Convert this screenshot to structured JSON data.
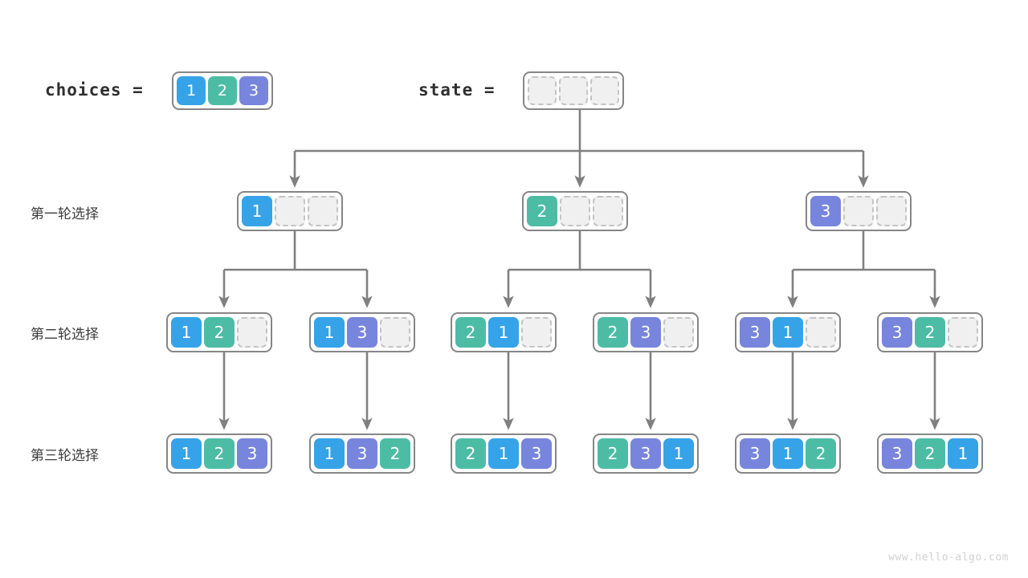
{
  "header": {
    "choices_label": "choices =",
    "state_label": "state =",
    "choices_values": [
      "1",
      "2",
      "3"
    ],
    "state_values": [
      "",
      "",
      ""
    ]
  },
  "row_labels": [
    "第一轮选择",
    "第二轮选择",
    "第三轮选择"
  ],
  "colors": {
    "value_1": "#36a3e8",
    "value_2": "#4cbca5",
    "value_3": "#7885dc",
    "node_border": "#868686",
    "empty_cell_fill": "#f0f0f0",
    "empty_cell_border": "#c4c4c4",
    "edge": "#808080",
    "watermark": "#d2d2d2",
    "text": "#3c3c3c",
    "background": "#ffffff"
  },
  "level1": [
    {
      "cells": [
        "1",
        "",
        ""
      ]
    },
    {
      "cells": [
        "2",
        "",
        ""
      ]
    },
    {
      "cells": [
        "3",
        "",
        ""
      ]
    }
  ],
  "level2": [
    {
      "cells": [
        "1",
        "2",
        ""
      ]
    },
    {
      "cells": [
        "1",
        "3",
        ""
      ]
    },
    {
      "cells": [
        "2",
        "1",
        ""
      ]
    },
    {
      "cells": [
        "2",
        "3",
        ""
      ]
    },
    {
      "cells": [
        "3",
        "1",
        ""
      ]
    },
    {
      "cells": [
        "3",
        "2",
        ""
      ]
    }
  ],
  "level3": [
    {
      "cells": [
        "1",
        "2",
        "3"
      ]
    },
    {
      "cells": [
        "1",
        "3",
        "2"
      ]
    },
    {
      "cells": [
        "2",
        "1",
        "3"
      ]
    },
    {
      "cells": [
        "2",
        "3",
        "1"
      ]
    },
    {
      "cells": [
        "3",
        "1",
        "2"
      ]
    },
    {
      "cells": [
        "3",
        "2",
        "1"
      ]
    }
  ],
  "watermark": "www.hello-algo.com"
}
